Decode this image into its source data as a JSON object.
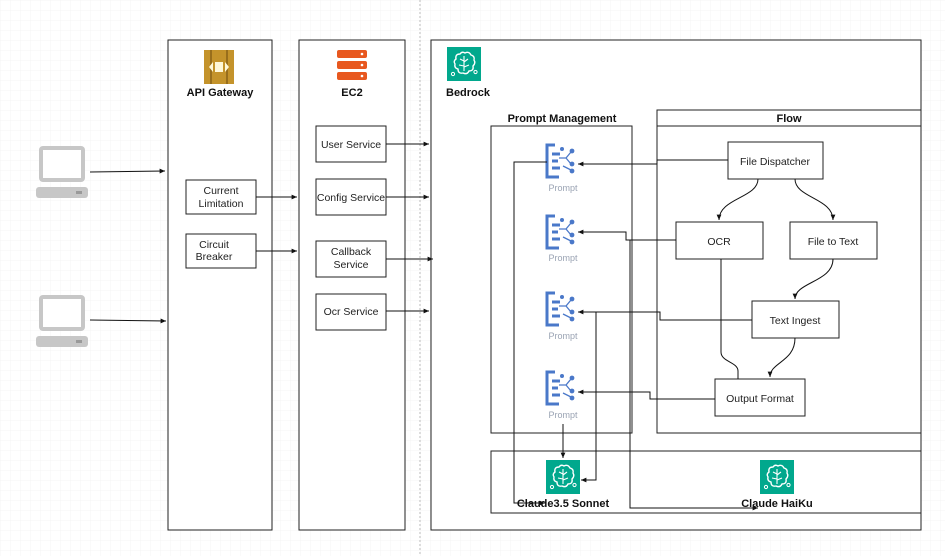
{
  "containers": {
    "api_gateway": "API Gateway",
    "ec2": "EC2",
    "bedrock": "Bedrock",
    "prompt_management": "Prompt Management",
    "flow": "Flow"
  },
  "gateway_boxes": {
    "current_limitation": [
      "Current",
      "Limitation"
    ],
    "circuit_breaker": [
      "Circuit",
      "Breaker"
    ]
  },
  "services": {
    "user": [
      "User Service"
    ],
    "config": [
      "Config Service"
    ],
    "callback": [
      "Callback",
      "Service"
    ],
    "ocr": [
      "Ocr Service"
    ]
  },
  "flow_nodes": {
    "file_dispatcher": "File Dispatcher",
    "ocr": "OCR",
    "file_to_text": "File to Text",
    "text_ingest": "Text Ingest",
    "output_format": "Output Format"
  },
  "prompt_label": "Prompt",
  "models": {
    "sonnet": "Claude3.5 Sonnet",
    "haiku": "Claude HaiKu"
  },
  "colors": {
    "bedrock_icon": "#01A88D",
    "ec2_icon": "#E8581F",
    "api_gateway_icon": "#C4932B",
    "prompt_icon": "#4A78C9",
    "computer_icon": "#C7C7C7"
  },
  "icons": {
    "api_gateway": "api-gateway-icon",
    "ec2": "server-stack-icon",
    "bedrock": "brain-circuit-icon",
    "prompt": "prompt-document-icon",
    "computer": "desktop-computer-icon"
  }
}
